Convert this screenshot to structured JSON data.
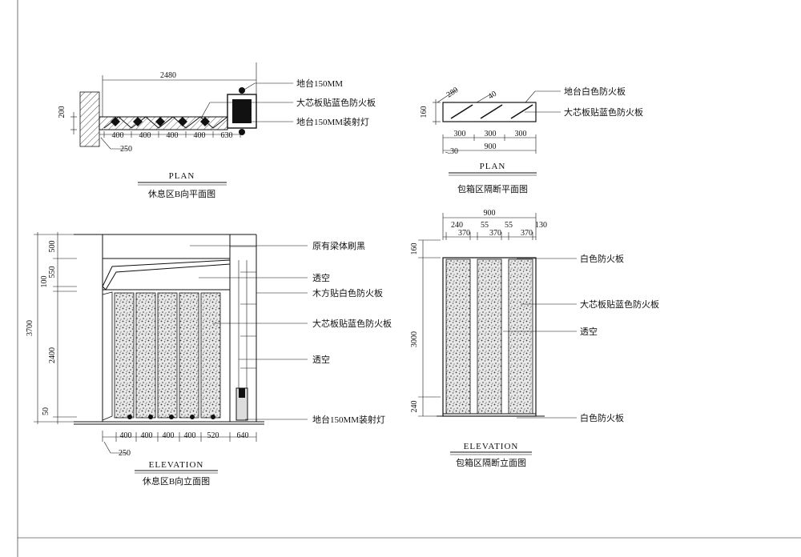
{
  "plan_b": {
    "dims_top": "2480",
    "dim_left": "200",
    "dims_bottom": [
      "400",
      "400",
      "400",
      "400",
      "630"
    ],
    "dim_offset": "250",
    "labels": [
      "地台150MM",
      "大芯板贴蓝色防火板",
      "地台150MM装射灯"
    ],
    "title_en": "PLAN",
    "title_cn": "休息区B向平面图"
  },
  "plan_box": {
    "dim_slant": "280",
    "dim_slant2": "40",
    "dim_left": "160",
    "dims_bottom": [
      "300",
      "300",
      "300"
    ],
    "dim_total": "900",
    "dim_offset": "30",
    "labels": [
      "地台白色防火板",
      "大芯板贴蓝色防火板"
    ],
    "title_en": "PLAN",
    "title_cn": "包箱区隔断平面图"
  },
  "elev_b": {
    "dims_left_outer": "3700",
    "dims_left": [
      "500",
      "550",
      "100",
      "2400",
      "50"
    ],
    "dims_bottom": [
      "400",
      "400",
      "400",
      "400",
      "520",
      "640"
    ],
    "dim_offset": "250",
    "labels": [
      "原有梁体刷黑",
      "透空",
      "木方贴白色防火板",
      "大芯板贴蓝色防火板",
      "透空",
      "地台150MM装射灯"
    ],
    "title_en": "ELEVATION",
    "title_cn": "休息区B向立面图"
  },
  "elev_box": {
    "dim_total": "900",
    "dims_top": [
      "240",
      "370",
      "55",
      "370",
      "55",
      "370",
      "130"
    ],
    "dims_left": [
      "160",
      "3000",
      "240"
    ],
    "labels": [
      "白色防火板",
      "大芯板贴蓝色防火板",
      "透空",
      "白色防火板"
    ],
    "title_en": "ELEVATION",
    "title_cn": "包箱区隔断立面图"
  }
}
